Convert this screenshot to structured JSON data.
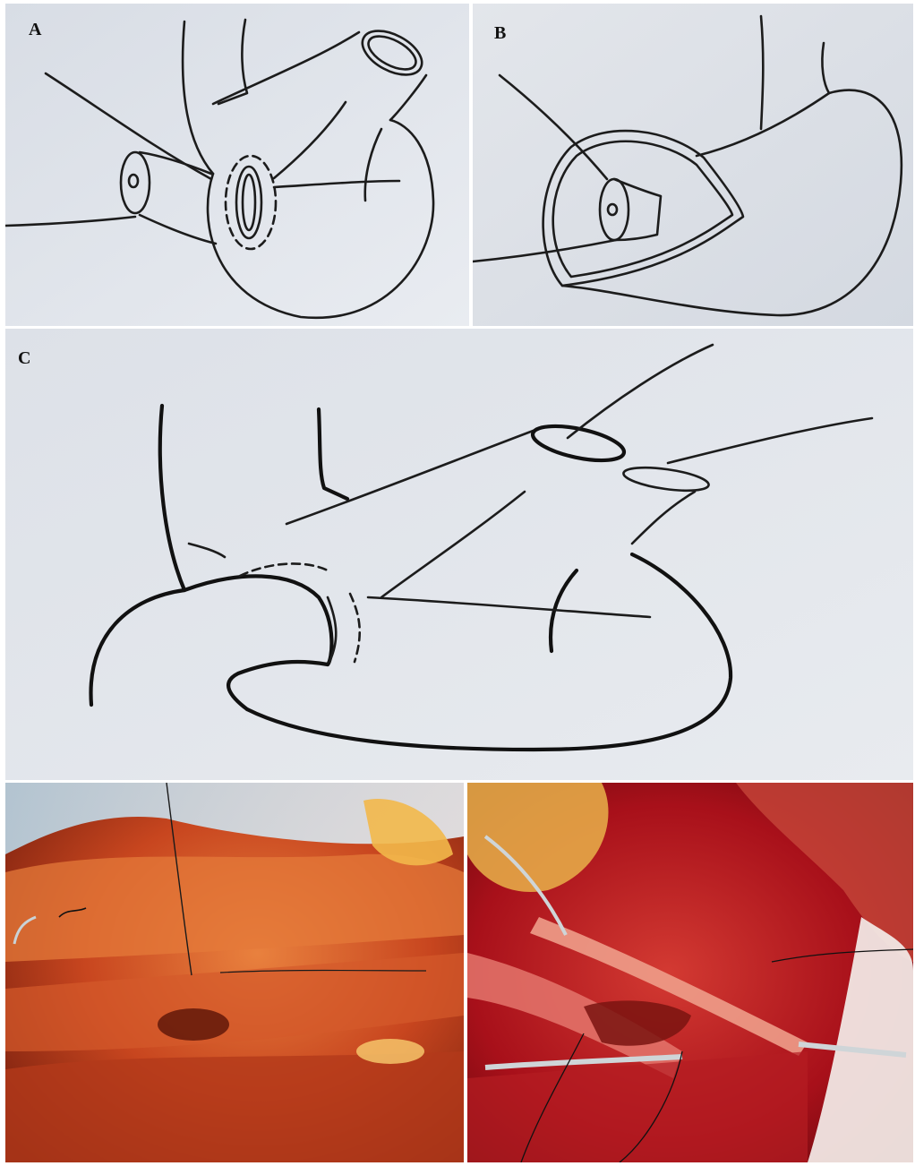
{
  "panels": {
    "a": {
      "label": "A"
    },
    "b": {
      "label": "B"
    },
    "c": {
      "label": "C"
    }
  },
  "colors": {
    "paper": "#dfe3ea",
    "ink": "#1c1c1c",
    "tissue": "#c8461f",
    "blood": "#a8101a",
    "drape": "#9fc4d8"
  }
}
